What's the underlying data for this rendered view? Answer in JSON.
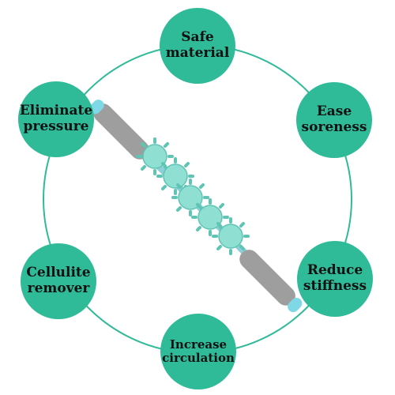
{
  "features": [
    {
      "label": "Safe\nmaterial"
    },
    {
      "label": "Ease\nsoreness"
    },
    {
      "label": "Reduce\nstiffness"
    },
    {
      "label": "Increase\ncirculation"
    },
    {
      "label": "Cellulite\nremover"
    },
    {
      "label": "Eliminate\npressure"
    }
  ],
  "colors": {
    "badge": "#2fba98",
    "ring": "#2fba98",
    "handle": "#9e9e9e",
    "handle_cap": "#7fd8e6",
    "spikes": "#8fdfd3"
  }
}
